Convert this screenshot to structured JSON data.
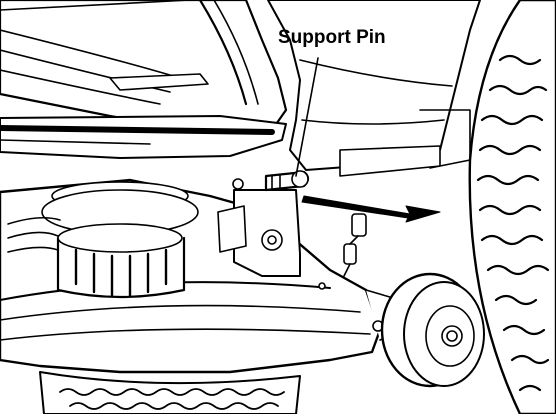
{
  "diagram": {
    "callout_label": "Support Pin",
    "line_color": "#000000",
    "fill_color": "#ffffff",
    "shade_color": "#d9d9d9",
    "parts": [
      "support-pin",
      "mower-deck",
      "deck-pulley",
      "deck-wheel",
      "rear-tire",
      "seat",
      "footrest",
      "direction-arrow"
    ]
  }
}
